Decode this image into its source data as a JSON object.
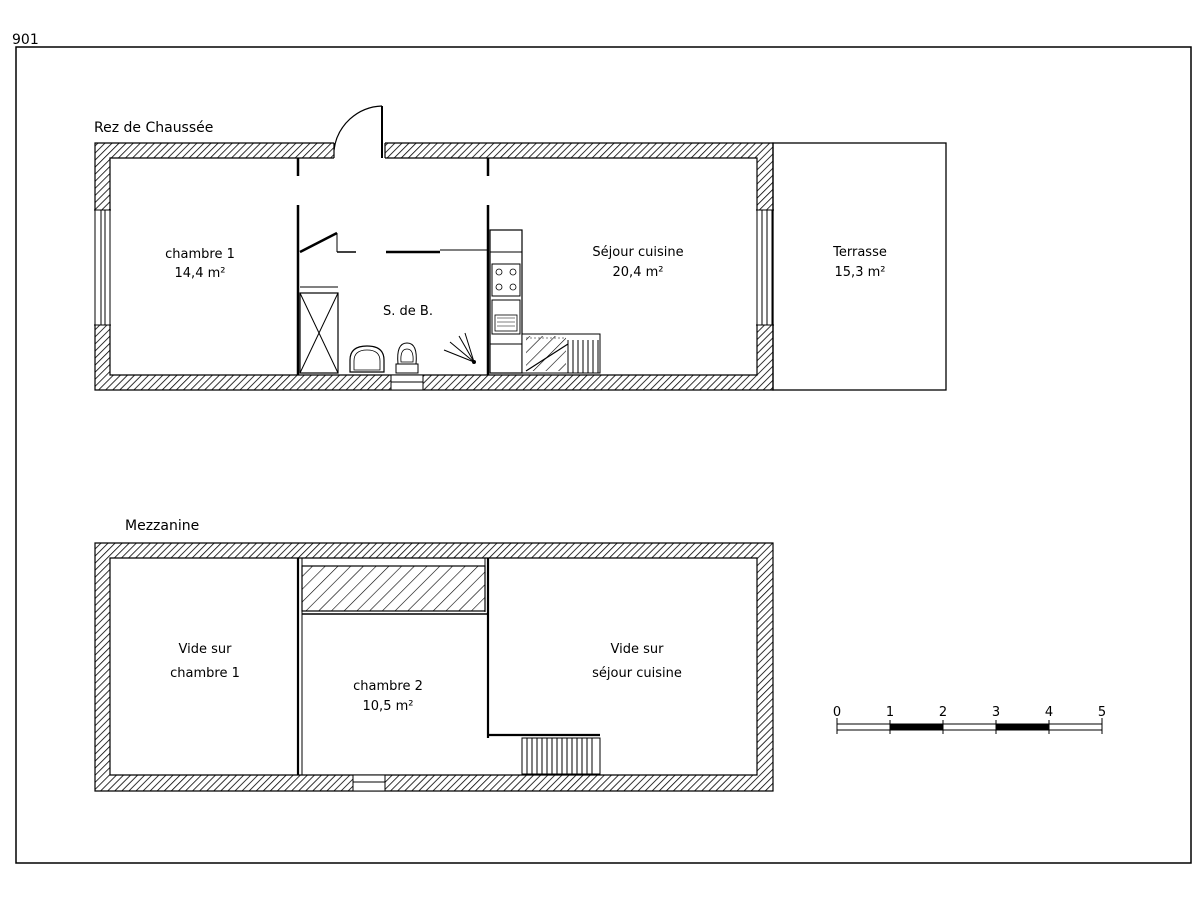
{
  "sheet": {
    "id": "901"
  },
  "ground_floor": {
    "title": "Rez de Chaussée",
    "rooms": {
      "chambre1": {
        "name": "chambre 1",
        "area": "14,4 m²"
      },
      "sdb": {
        "name": "S. de B."
      },
      "sejour": {
        "name": "Séjour cuisine",
        "area": "20,4 m²"
      },
      "terrasse": {
        "name": "Terrasse",
        "area": "15,3 m²"
      }
    }
  },
  "mezzanine": {
    "title": "Mezzanine",
    "rooms": {
      "vide_chambre": {
        "line1": "Vide sur",
        "line2": "chambre 1"
      },
      "chambre2": {
        "name": "chambre 2",
        "area": "10,5 m²"
      },
      "vide_sejour": {
        "line1": "Vide sur",
        "line2": "séjour cuisine"
      }
    }
  },
  "scale_bar": {
    "ticks": [
      "0",
      "1",
      "2",
      "3",
      "4",
      "5"
    ]
  },
  "colors": {
    "line": "#000000",
    "background": "#ffffff"
  }
}
